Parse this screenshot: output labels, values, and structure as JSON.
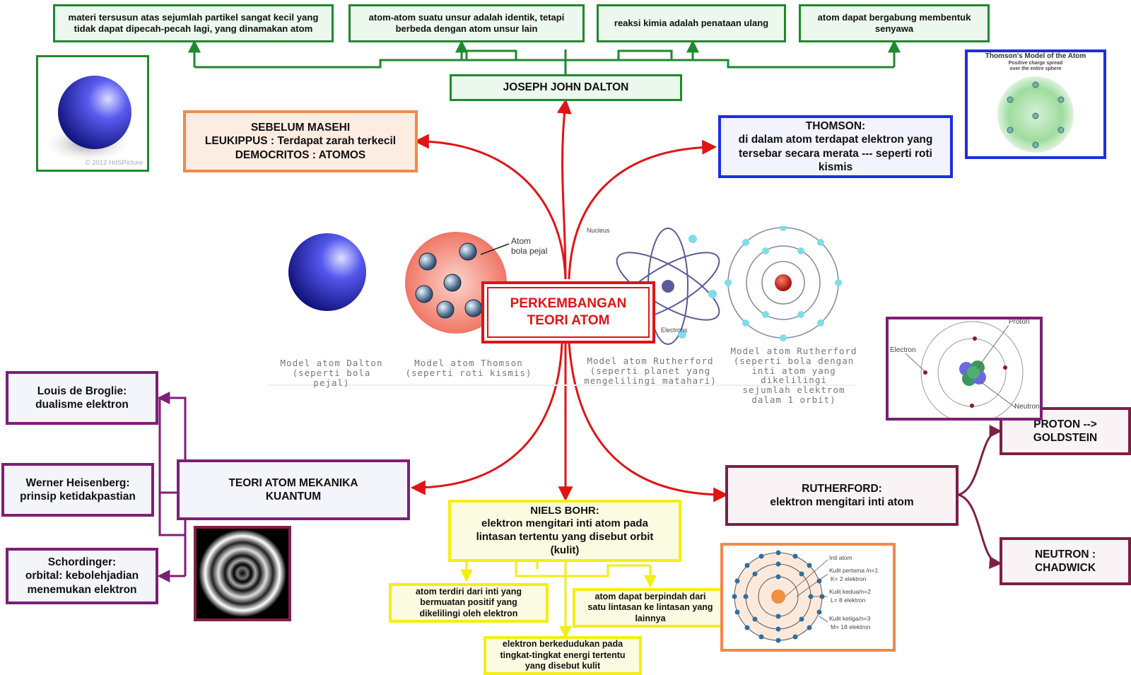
{
  "center": {
    "line1": "PERKEMBANGAN",
    "line2": "TEORI ATOM"
  },
  "dalton": {
    "title": "JOSEPH JOHN DALTON",
    "points": [
      {
        "line1": "materi tersusun atas sejumlah partikel sangat kecil yang",
        "line2": "tidak dapat dipecah-pecah lagi, yang dinamakan atom"
      },
      {
        "line1": "atom-atom suatu unsur adalah identik, tetapi",
        "line2": "berbeda dengan atom unsur lain"
      },
      {
        "line1": "reaksi kimia adalah penataan ulang",
        "line2": ""
      },
      {
        "line1": "atom dapat bergabung membentuk",
        "line2": "senyawa"
      }
    ],
    "image_watermark": "© 2012 HdSPicture"
  },
  "sebelum_masehi": {
    "line1": "SEBELUM MASEHI",
    "line2": "LEUKIPPUS : Terdapat zarah terkecil",
    "line3": "DEMOCRITOS : ATOMOS"
  },
  "thomson": {
    "line1": "THOMSON:",
    "line2": "di dalam atom terdapat elektron yang",
    "line3": "tersebar secara merata --- seperti roti",
    "line4": "kismis",
    "image_title": "Thomson's Model of the Atom",
    "image_sub1": "Positive charge spread",
    "image_sub2": "over the entire sphere"
  },
  "models": {
    "atom_label1": "Atom",
    "atom_label2": "bola pejal",
    "nucleus_label": "Nucleus",
    "electrons_label": "Electrons",
    "captions": [
      {
        "l1": "Model atom Dalton",
        "l2": "(seperti bola pejal)"
      },
      {
        "l1": "Model atom Thomson",
        "l2": "(seperti roti kismis)"
      },
      {
        "l1": "Model atom Rutherford",
        "l2": "(seperti planet yang",
        "l3": "mengelilingi matahari)"
      },
      {
        "l1": "Model atom Rutherford",
        "l2": "(seperti bola dengan",
        "l3": "inti atom yang dikelilingi",
        "l4": "sejumlah elektrom",
        "l5": "dalam 1 orbit)"
      }
    ]
  },
  "kuantum": {
    "title1": "TEORI ATOM MEKANIKA",
    "title2": "KUANTUM",
    "debroglie": {
      "l1": "Louis de Broglie:",
      "l2": "dualisme elektron"
    },
    "heisenberg": {
      "l1": "Werner Heisenberg:",
      "l2": "prinsip ketidakpastian"
    },
    "schrodinger": {
      "l1": "Schordinger:",
      "l2": "orbital: kebolehjadian",
      "l3": "menemukan elektron"
    }
  },
  "bohr": {
    "l1": "NIELS BOHR:",
    "l2": "elektron mengitari inti atom pada",
    "l3": "lintasan tertentu yang disebut orbit",
    "l4": "(kulit)",
    "sub1": {
      "l1": "atom terdiri  dari inti yang",
      "l2": "bermuatan positif  yang",
      "l3": "dikelilingi oleh elektron"
    },
    "sub2": {
      "l1": "elektron berkedudukan pada",
      "l2": "tingkat-tingkat energi tertentu",
      "l3": "yang disebut kulit"
    },
    "sub3": {
      "l1": "atom dapat berpindah dari",
      "l2": "satu lintasan ke lintasan yang",
      "l3": "lainnya"
    },
    "diagram": {
      "inti": "Inti atom",
      "k1": "Kulit pertama /n=1",
      "k1e": "K= 2 elektron",
      "k2": "Kulit kedua/n=2",
      "k2e": "L= 8 elektron",
      "k3": "Kulit ketiga/n=3",
      "k3e": "M= 18 elektron"
    }
  },
  "rutherford": {
    "l1": "RUTHERFORD:",
    "l2": "elektron mengitari inti atom",
    "proton": {
      "l1": "PROTON -->",
      "l2": "GOLDSTEIN"
    },
    "neutron": {
      "l1": "NEUTRON :",
      "l2": "CHADWICK"
    },
    "image": {
      "proton": "Proton",
      "electron": "Electron",
      "neutron": "Neutron"
    }
  },
  "colors": {
    "red": "#e11414",
    "green": "#1e8a2c",
    "purple": "#7c1f76",
    "maroon": "#7d2046",
    "yellow": "#f3ee13",
    "orange": "#f08a48",
    "blue": "#1d2fe0"
  }
}
